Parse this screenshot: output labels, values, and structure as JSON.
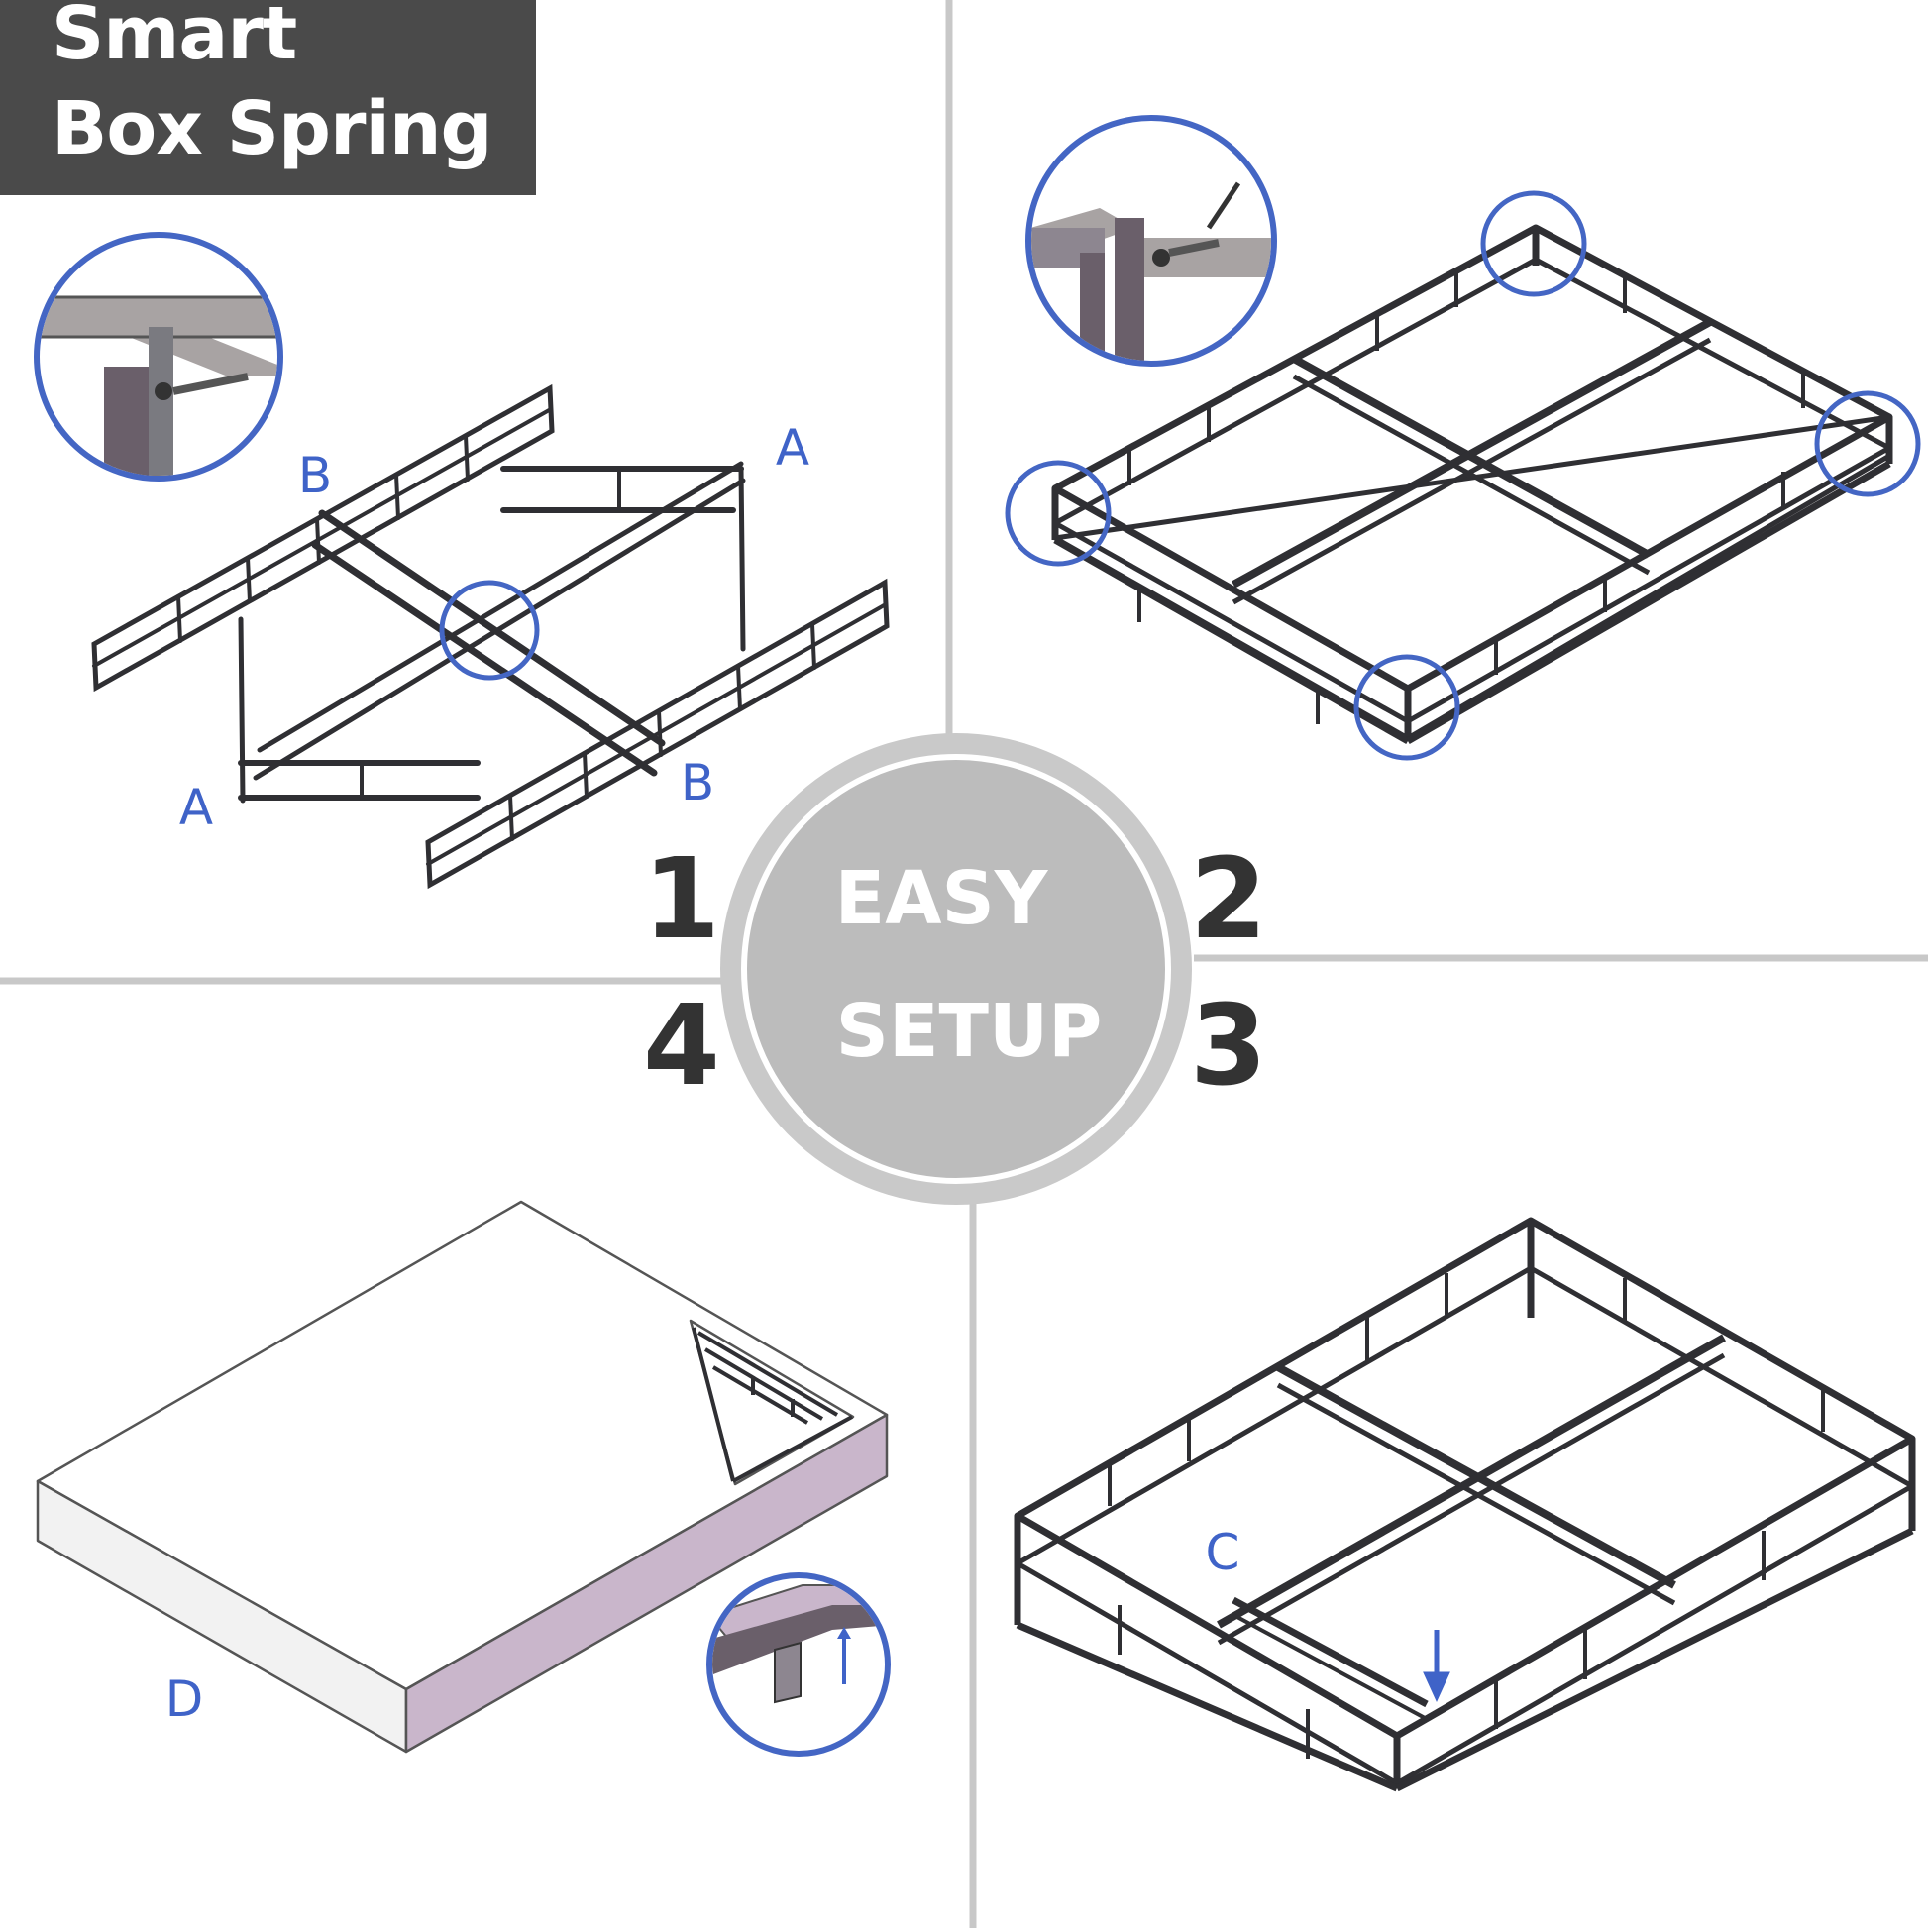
{
  "title": {
    "line1": "Smart",
    "line2": "Box Spring"
  },
  "center": {
    "line1": "EASY",
    "line2": "SETUP"
  },
  "steps": [
    "1",
    "2",
    "3",
    "4"
  ],
  "part_labels": {
    "a": "A",
    "b": "B",
    "c": "C",
    "d": "D"
  },
  "colors": {
    "frame": "#2f2f33",
    "callout": "#4466c4",
    "label": "#3f63c8",
    "divider": "#c8c8c8",
    "center_fill": "#bcbcbc",
    "title_bg": "#4a4a4a",
    "step_number": "#333333",
    "mattress_side": "#c9b6cb"
  }
}
